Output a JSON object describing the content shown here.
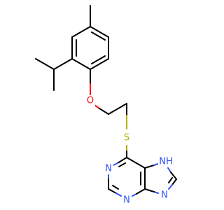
{
  "atoms": {
    "O": {
      "text": "O",
      "color": "#ff0d0d"
    },
    "S": {
      "text": "S",
      "color": "#b2b200"
    },
    "NH": {
      "text": "NH",
      "color": "#3050f8"
    },
    "N_pyr_top": {
      "text": "N",
      "color": "#3050f8"
    },
    "N_pyr_bottom": {
      "text": "N",
      "color": "#3050f8"
    },
    "N_imid": {
      "text": "N",
      "color": "#3050f8"
    }
  },
  "colors": {
    "bond": "#000000",
    "background": "#ffffff"
  }
}
